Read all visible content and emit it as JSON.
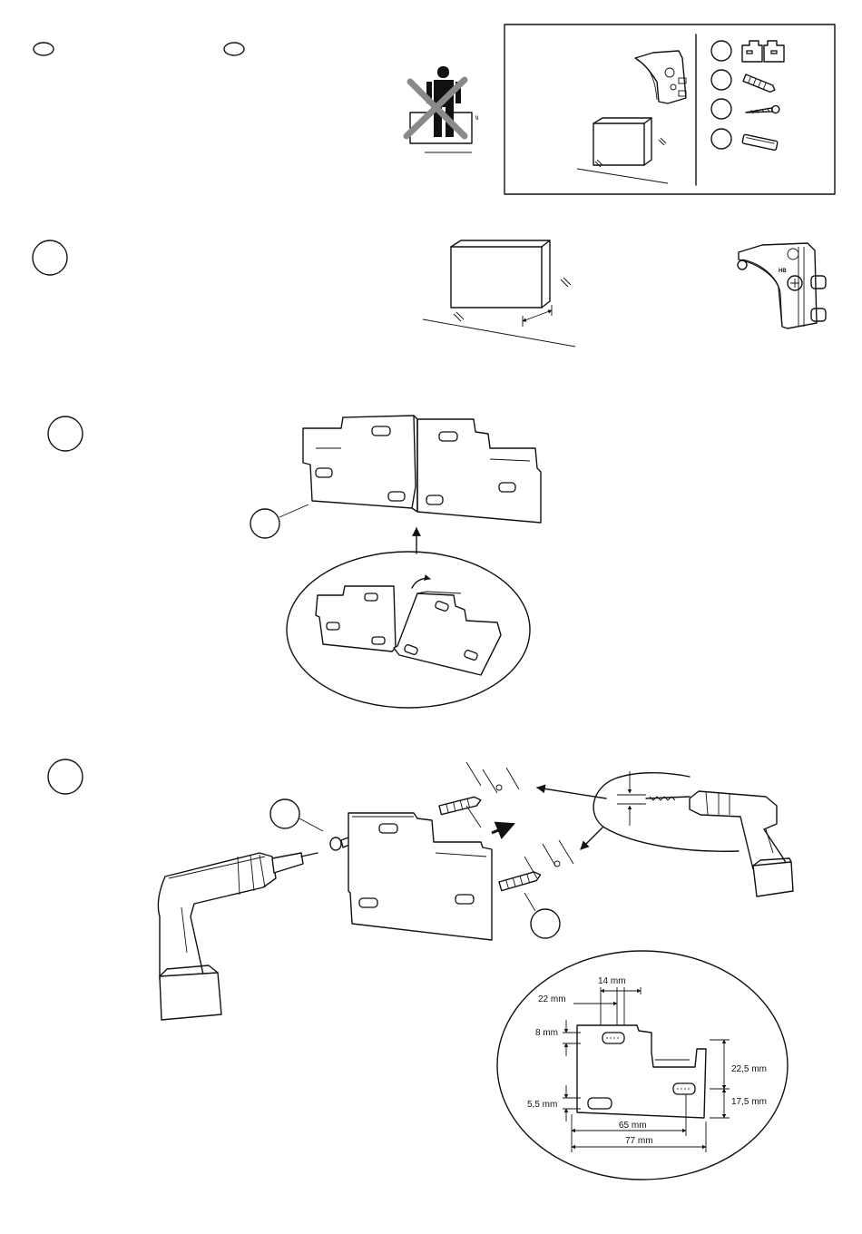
{
  "dimensions": {
    "d14": "14 mm",
    "d22": "22 mm",
    "d8": "8 mm",
    "d22_5": "22,5 mm",
    "d17_5": "17,5 mm",
    "d5_5": "5,5 mm",
    "d65": "65 mm",
    "d77": "77 mm"
  },
  "hinge_mark": "HB",
  "icons": {
    "step_markers": "empty-circle-icon",
    "no_standing": "crossed-person-icon",
    "drills": "drill-icon"
  },
  "colors": {
    "line": "#111111",
    "cross": "#8a8a8a",
    "background": "#ffffff"
  }
}
